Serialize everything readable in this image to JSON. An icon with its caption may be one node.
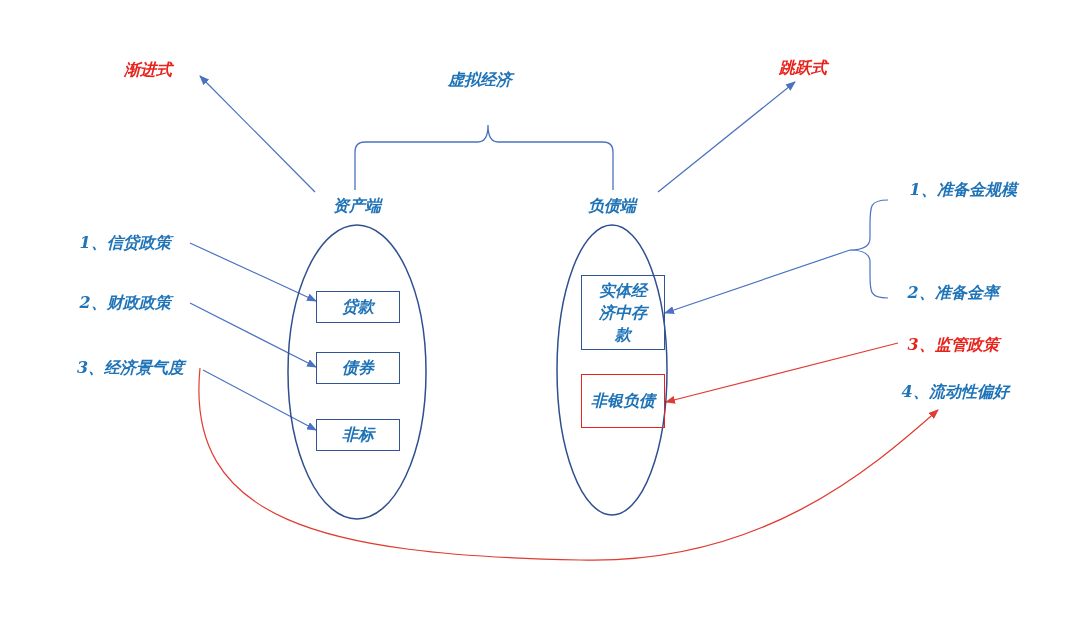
{
  "diagram": {
    "nodes": [
      {
        "text": [
          "渐进式"
        ]
      },
      {
        "text": [
          "虚拟经济"
        ]
      },
      {
        "text": [
          "跳跃式"
        ]
      },
      {
        "text": [
          "资产端"
        ]
      },
      {
        "text": [
          "贷款"
        ],
        "in": 3
      },
      {
        "text": [
          "债券"
        ],
        "in": 3
      },
      {
        "text": [
          "非标"
        ],
        "in": 3
      },
      {
        "text": [
          "负债端"
        ]
      },
      {
        "text": [
          "实体经济中存款"
        ],
        "in": 7
      },
      {
        "text": [
          "非银负债"
        ],
        "in": 7
      },
      {
        "text": [
          "1、信贷政策"
        ]
      },
      {
        "text": [
          "2、财政政策"
        ]
      },
      {
        "text": [
          "3、经济景气度"
        ]
      },
      {
        "text": [
          "1、准备金规模"
        ]
      },
      {
        "text": [
          "2、准备金率"
        ]
      },
      {
        "text": [
          "3、监管政策"
        ]
      },
      {
        "text": [
          "4、流动性偏好"
        ]
      }
    ],
    "edges": [
      {
        "from": 3,
        "to": 0,
        "arrow": "to"
      },
      {
        "from": 7,
        "to": 2,
        "arrow": "to"
      },
      {
        "from": 10,
        "to": 4,
        "arrow": "to"
      },
      {
        "from": 11,
        "to": 5,
        "arrow": "to"
      },
      {
        "from": 12,
        "to": 6,
        "arrow": "to"
      },
      {
        "from": 12,
        "to": 16,
        "arrow": "to",
        "color": "#e03c31"
      },
      {
        "from": 13,
        "to": 8,
        "arrow": "to"
      },
      {
        "from": 14,
        "to": 8,
        "arrow": "to"
      },
      {
        "from": 15,
        "to": 9,
        "arrow": "to",
        "color": "#e03c31"
      }
    ]
  }
}
